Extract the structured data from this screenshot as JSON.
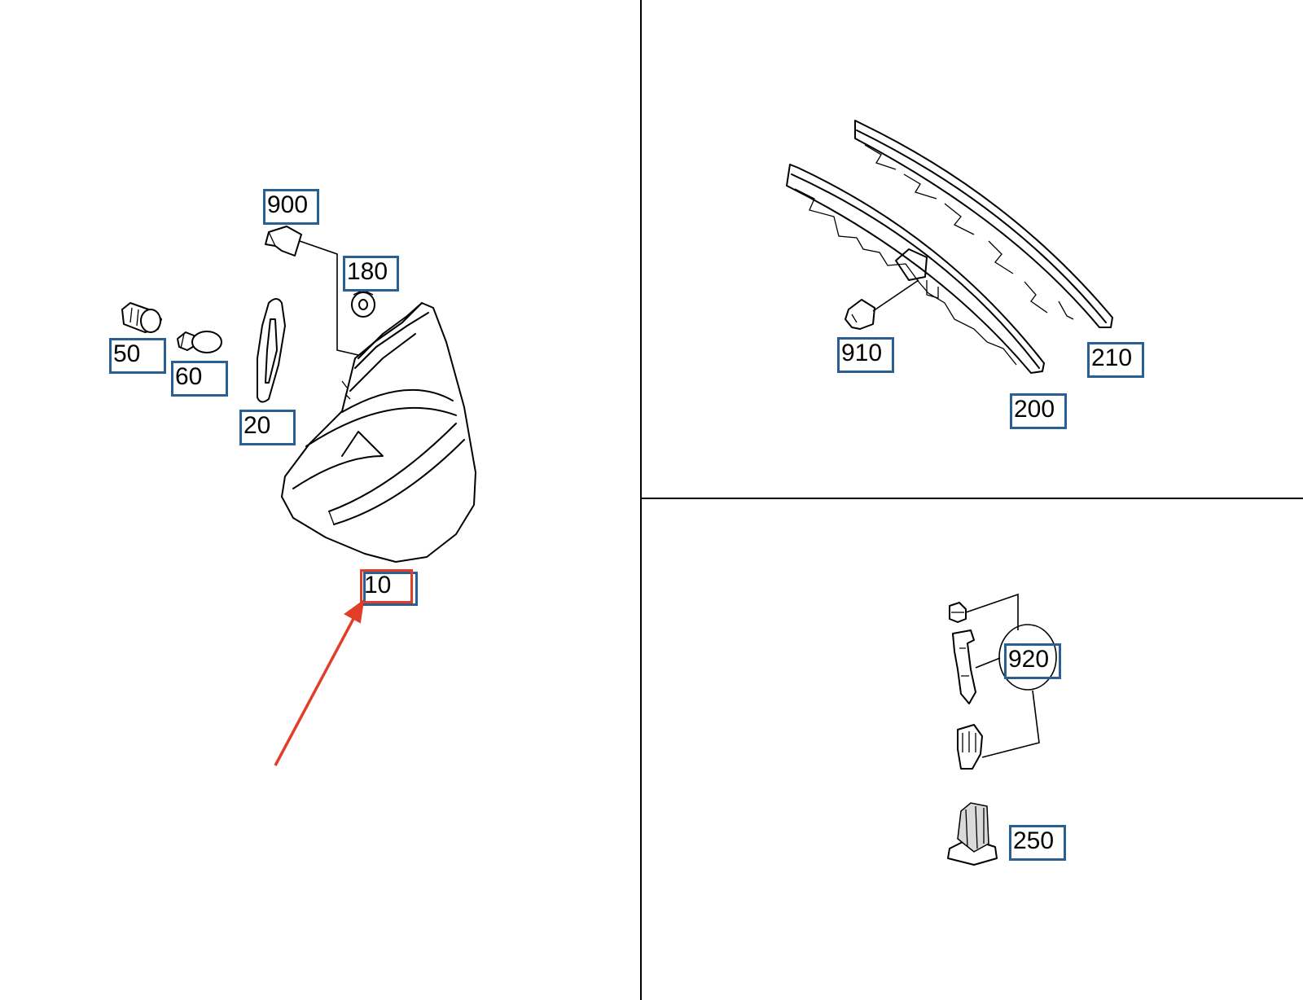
{
  "callouts": {
    "c900": "900",
    "c180": "180",
    "c50": "50",
    "c60": "60",
    "c20": "20",
    "c10": "10",
    "c910": "910",
    "c200": "200",
    "c210": "210",
    "c920": "920",
    "c250": "250"
  },
  "colors": {
    "callout_border": "#2a5f95",
    "highlight_border": "#e23d28",
    "arrow": "#e23d28"
  },
  "highlighted_part": "10"
}
